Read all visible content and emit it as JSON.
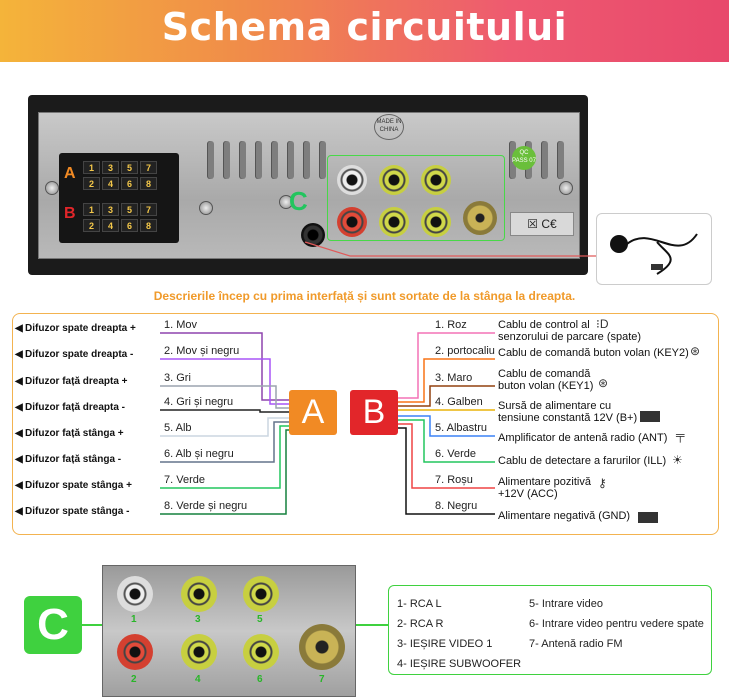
{
  "header": {
    "title": "Schema circuitului"
  },
  "note": "Descrierile încep cu prima interfață și sunt sortate de la stânga la dreapta.",
  "badges": {
    "a": "A",
    "b": "B",
    "c": "C"
  },
  "device": {
    "made_in": "MADE IN CHINA",
    "qc": "QC PASS 07",
    "cert": "☒ C€",
    "connector_pins": {
      "top": [
        "1",
        "3",
        "5",
        "7",
        "2",
        "4",
        "6",
        "8"
      ],
      "bottom": [
        "1",
        "3",
        "5",
        "7",
        "2",
        "4",
        "6",
        "8"
      ]
    }
  },
  "left_labels": [
    {
      "speaker": "Difuzor spate dreapta +",
      "wire": "1. Mov",
      "color": "#8e44ad"
    },
    {
      "speaker": "Difuzor spate dreapta -",
      "wire": "2. Mov și negru",
      "color": "#a855f7"
    },
    {
      "speaker": "Difuzor față dreapta +",
      "wire": "3. Gri",
      "color": "#9ca3af"
    },
    {
      "speaker": "Difuzor față dreapta -",
      "wire": "4. Gri și negru",
      "color": "#4b5563"
    },
    {
      "speaker": "Difuzor față stânga +",
      "wire": "5. Alb",
      "color": "#cbd5e1"
    },
    {
      "speaker": "Difuzor față stânga -",
      "wire": "6. Alb și negru",
      "color": "#64748b"
    },
    {
      "speaker": "Difuzor spate stânga +",
      "wire": "7. Verde",
      "color": "#22c55e"
    },
    {
      "speaker": "Difuzor spate stânga -",
      "wire": "8. Verde și negru",
      "color": "#15803d"
    }
  ],
  "right_labels": [
    {
      "wire": "1. Roz",
      "desc1": "Cablu de control al",
      "desc2": "senzorului de parcare (spate)",
      "color": "#f472b6"
    },
    {
      "wire": "2. portocaliu",
      "desc1": "Cablu de comandă buton volan (KEY2)",
      "desc2": "",
      "color": "#f97316"
    },
    {
      "wire": "3. Maro",
      "desc1": "Cablu de comandă",
      "desc2": "buton volan (KEY1)",
      "color": "#92400e"
    },
    {
      "wire": "4. Galben",
      "desc1": "Sursă de alimentare cu",
      "desc2": "tensiune constantă 12V (B+)",
      "color": "#eab308"
    },
    {
      "wire": "5. Albastru",
      "desc1": "Amplificator de antenă radio (ANT)",
      "desc2": "",
      "color": "#3b82f6"
    },
    {
      "wire": "6. Verde",
      "desc1": "Cablu de detectare a farurilor (ILL)",
      "desc2": "",
      "color": "#22c55e"
    },
    {
      "wire": "7. Roșu",
      "desc1": "Alimentare pozitivă",
      "desc2": "+12V (ACC)",
      "color": "#ef4444"
    },
    {
      "wire": "8. Negru",
      "desc1": "Alimentare negativă (GND)",
      "desc2": "",
      "color": "#111111"
    }
  ],
  "rca_numbers": [
    "1",
    "2",
    "3",
    "4",
    "5",
    "6",
    "7"
  ],
  "legend_c": [
    "1-  RCA L",
    "2-  RCA R",
    "3-  IEȘIRE VIDEO 1",
    "4-  IEȘIRE SUBWOOFER",
    "5- Intrare video",
    "6- Intrare video pentru vedere spate",
    "7- Antenă radio FM"
  ]
}
